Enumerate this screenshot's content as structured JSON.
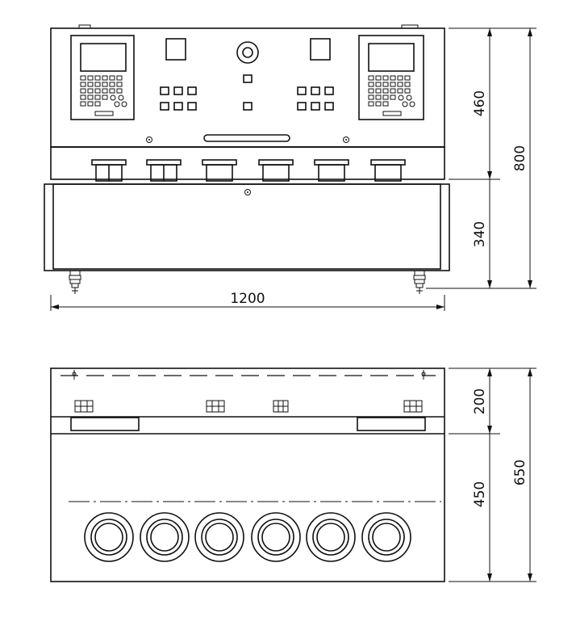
{
  "front_view": {
    "dimensions": {
      "overall_width": "1200",
      "total_height": "800",
      "upper_section_height": "460",
      "lower_section_height": "340"
    }
  },
  "top_view": {
    "dimensions": {
      "total_depth": "650",
      "back_section_depth": "200",
      "front_section_depth": "450"
    }
  }
}
